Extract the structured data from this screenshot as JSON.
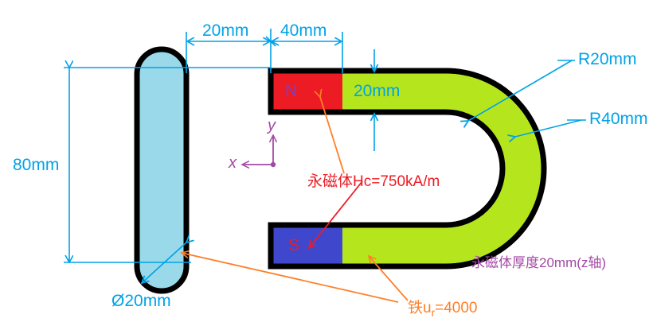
{
  "diagram": {
    "title": "U-shaped permanent magnet assembly cross-section",
    "colors": {
      "dimension": "#00a2e8",
      "magnet_red": "#ed1c24",
      "magnet_blue": "#3f48cc",
      "iron_green": "#b5e61d",
      "cylinder_fill": "#99d9ea",
      "outline": "#000000",
      "annotation_orange": "#ff7f27",
      "annotation_purple": "#a349a4"
    }
  },
  "dimensions": {
    "gap_20mm": "20mm",
    "magnet_40mm": "40mm",
    "height_80mm": "80mm",
    "arm_thickness_20mm": "20mm",
    "cylinder_diameter": "Ø20mm",
    "inner_radius": "R20mm",
    "outer_radius": "R40mm"
  },
  "poles": {
    "north": "N",
    "south": "S"
  },
  "axes": {
    "x_label": "x",
    "y_label": "y"
  },
  "annotations": {
    "permanent_magnet": "永磁体Hc=750kA/m",
    "magnet_thickness": "永磁体厚度20mm(z轴)",
    "iron_prefix": "铁u",
    "iron_subscript": "r",
    "iron_suffix": "=4000"
  }
}
